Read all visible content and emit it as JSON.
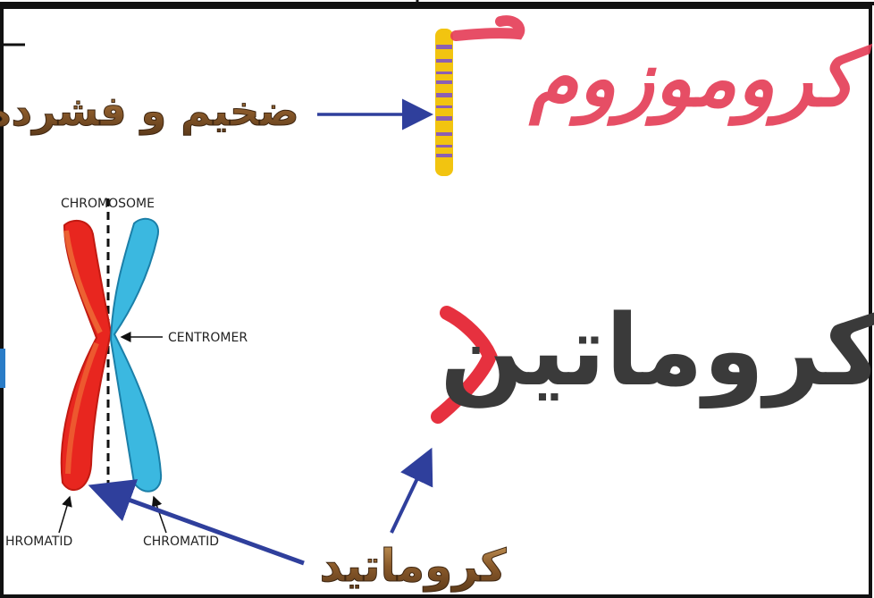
{
  "labels": {
    "thick_condensed": "ضخیم و فشرده",
    "chromosome_fa": "کروموزوم",
    "chromatin_fa": "کروماتین",
    "chromatid_fa": "کروماتید",
    "chromosome_en": "CHROMOSOME",
    "centromere_en": "CENTROMER",
    "chromatid_left_en": "HROMATID",
    "chromatid_right_en": "CHROMATID"
  },
  "colors": {
    "arrow_blue": "#2f3f9c",
    "chromatid_red": "#e8261f",
    "chromatid_red_edge": "#f07a3a",
    "chromatid_blue": "#3bb8e0",
    "chromatid_blue_edge": "#1b7fa8",
    "condensed_chromosome": "#f2c410",
    "condensed_bands": "#8b5fb3",
    "chromosome_text_pink": "#e43b55",
    "chromatin_text_dark": "#3a3a3a",
    "chromatin_text_red": "#e41f2f",
    "brown_text": "#8a5a2b"
  },
  "icons": {
    "condensed": "condensed-chromosome-icon",
    "x_chromosome": "x-chromosome-icon"
  }
}
